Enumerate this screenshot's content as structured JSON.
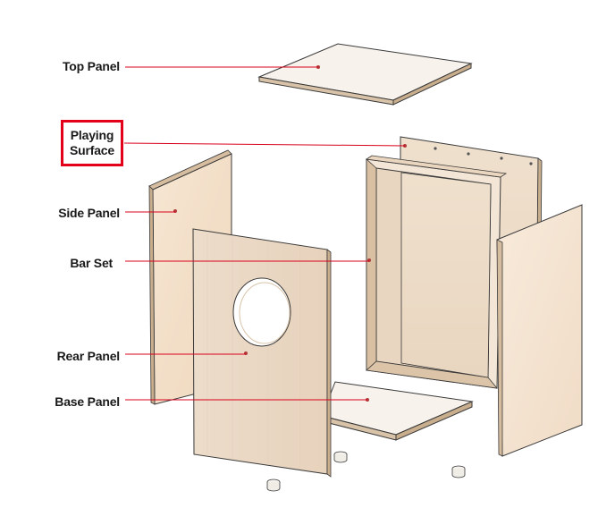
{
  "labels": {
    "top_panel": "Top Panel",
    "playing_surface_line1": "Playing",
    "playing_surface_line2": "Surface",
    "side_panel": "Side Panel",
    "bar_set": "Bar Set",
    "rear_panel": "Rear Panel",
    "base_panel": "Base Panel"
  },
  "colors": {
    "leader_line": "#d9001b",
    "highlight_box": "#e3001b",
    "wood_light": "#f3e3cf",
    "wood_mid": "#ead3b8",
    "wood_edge": "#c9ae8e",
    "outline": "#3a3a3a"
  }
}
